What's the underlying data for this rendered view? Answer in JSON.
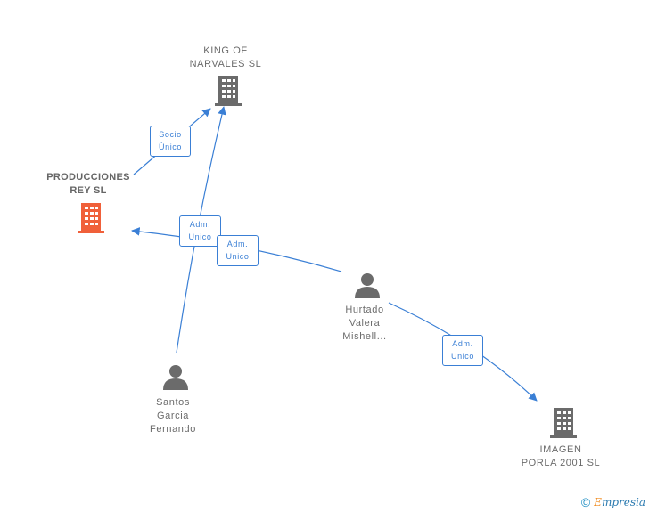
{
  "nodes": {
    "king_of_narvales": {
      "line1": "KING OF",
      "line2": "NARVALES SL"
    },
    "producciones_rey": {
      "line1": "PRODUCCIONES",
      "line2": "REY SL"
    },
    "hurtado": {
      "line1": "Hurtado",
      "line2": "Valera",
      "line3": "Mishell..."
    },
    "santos": {
      "line1": "Santos",
      "line2": "Garcia",
      "line3": "Fernando"
    },
    "imagen_porla": {
      "line1": "IMAGEN",
      "line2": "PORLA 2001 SL"
    }
  },
  "edges": {
    "socio_unico": {
      "line1": "Socio",
      "line2": "Único"
    },
    "adm_unico_santos": {
      "line1": "Adm.",
      "line2": "Unico"
    },
    "adm_unico_hurtado_rey": {
      "line1": "Adm.",
      "line2": "Unico"
    },
    "adm_unico_hurtado_imagen": {
      "line1": "Adm.",
      "line2": "Unico"
    }
  },
  "colors": {
    "edge": "#3a7fd5",
    "company": "#6b6b6b",
    "company_main": "#f0603a",
    "person": "#6b6b6b"
  },
  "footer": {
    "copyright": "©",
    "brand_e": "E",
    "brand_rest": "mpresia"
  }
}
